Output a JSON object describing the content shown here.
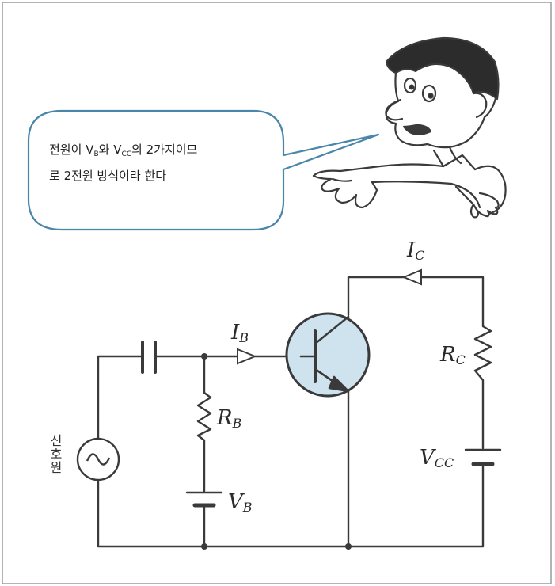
{
  "speech_bubble": {
    "line1_part1": "전원이 ",
    "vb_main": "V",
    "vb_sub": "B",
    "line1_part2": "와 ",
    "vcc_main": "V",
    "vcc_sub": "CC",
    "line1_part3": "의 2가지이므",
    "line2": "로 2전원 방식이라 한다"
  },
  "circuit": {
    "ib_main": "I",
    "ib_sub": "B",
    "ic_main": "I",
    "ic_sub": "C",
    "rb_main": "R",
    "rb_sub": "B",
    "rc_main": "R",
    "rc_sub": "C",
    "vb_main": "V",
    "vb_sub": "B",
    "vcc_main": "V",
    "vcc_sub": "CC",
    "signal_source": [
      "신",
      "호",
      "원"
    ]
  },
  "colors": {
    "ink": "#3a3a3a",
    "bubble_border": "#4a86a8",
    "transistor_fill": "#cfe3ee"
  }
}
